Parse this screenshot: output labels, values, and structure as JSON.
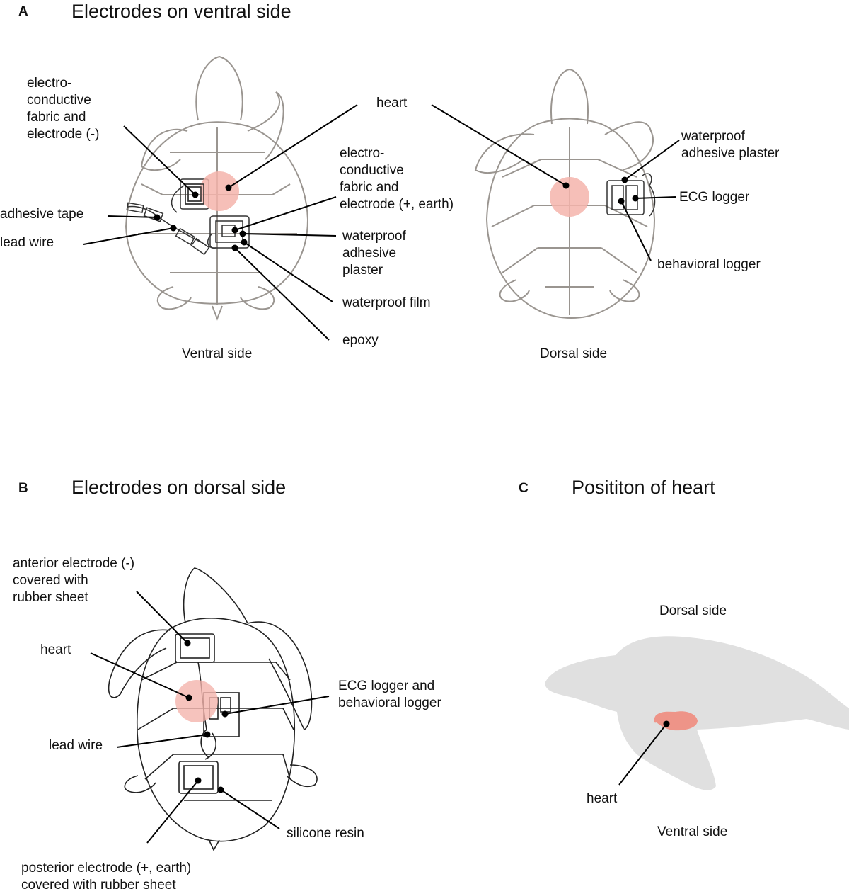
{
  "panelA": {
    "letter": "A",
    "title": "Electrodes on ventral side",
    "labels": {
      "fabric_minus": "electro-\nconductive\nfabric and\nelectrode (-)",
      "heart": "heart",
      "fabric_plus": "electro-\nconductive\nfabric and\nelectrode (+, earth)",
      "adhesive_tape": "adhesive tape",
      "lead_wire": "lead wire",
      "plaster_ventral": "waterproof\nadhesive\nplaster",
      "film": "waterproof film",
      "epoxy": "epoxy",
      "ventral_caption": "Ventral side",
      "plaster_dorsal": "waterproof\nadhesive plaster",
      "ecg_logger": "ECG logger",
      "behavioral_logger": "behavioral logger",
      "dorsal_caption": "Dorsal side"
    }
  },
  "panelB": {
    "letter": "B",
    "title": "Electrodes on dorsal side",
    "labels": {
      "anterior": "anterior electrode (-)\ncovered with\nrubber sheet",
      "heart": "heart",
      "loggers": "ECG logger and\nbehavioral logger",
      "lead_wire": "lead wire",
      "silicone": "silicone resin",
      "posterior": "posterior electrode (+, earth)\ncovered with rubber sheet"
    }
  },
  "panelC": {
    "letter": "C",
    "title": "Posititon of heart",
    "labels": {
      "dorsal": "Dorsal side",
      "heart": "heart",
      "ventral": "Ventral side"
    }
  },
  "colors": {
    "turtle_outline": "#9a9590",
    "heart_highlight": "#f4b4ac",
    "heart_solid": "#ee9488",
    "silhouette": "#e0e0e0",
    "leader_line": "#000000"
  }
}
